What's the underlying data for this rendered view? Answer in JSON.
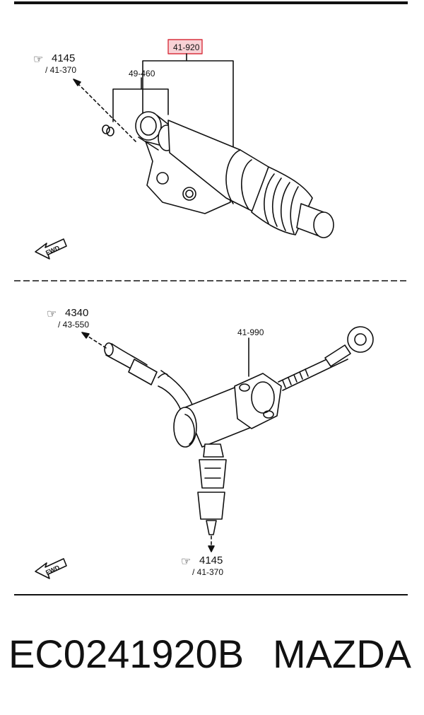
{
  "top_panel": {
    "ref_main": "41-920",
    "ref_sub": "49-460",
    "see_page": "4145",
    "see_sub": "/ 41-370",
    "fwd": "FWD"
  },
  "bottom_panel": {
    "ref_main": "41-990",
    "see_top_page": "4340",
    "see_top_sub": "/ 43-550",
    "see_bottom_page": "4145",
    "see_bottom_sub": "/ 41-370",
    "fwd": "FWD"
  },
  "caption": {
    "part_number": "EC0241920B",
    "brand": "MAZDA"
  },
  "colors": {
    "highlight_fill": "#f8d2d6",
    "highlight_stroke": "#d9323f",
    "line": "#111111"
  }
}
